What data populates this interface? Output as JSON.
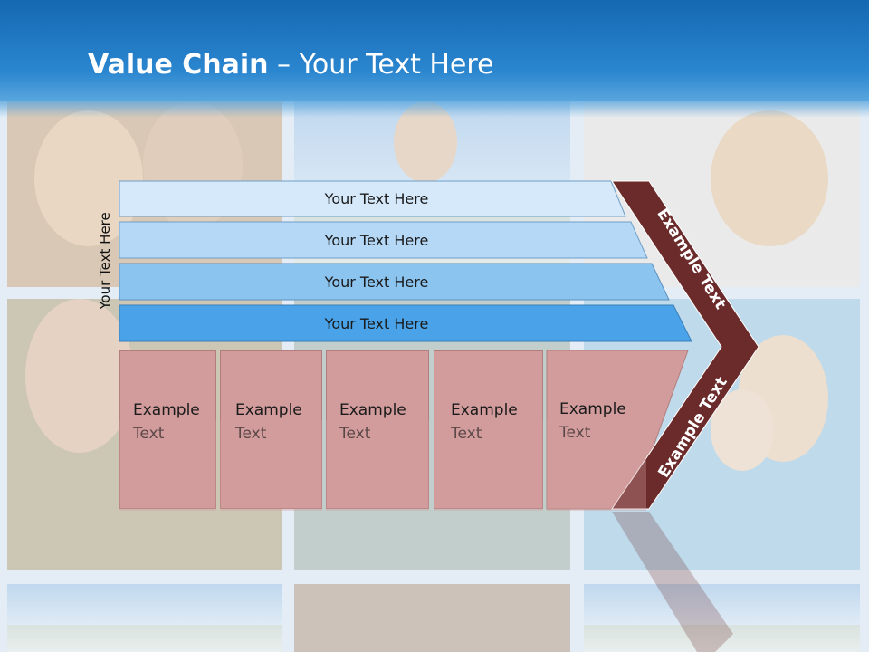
{
  "slide": {
    "title_bold": "Value Chain",
    "title_rest": " – Your Text Here",
    "side_label": "Your Text Here",
    "bars": [
      {
        "label": "Your Text Here",
        "color": "#d5e9fa"
      },
      {
        "label": "Your Text Here",
        "color": "#b4d8f6"
      },
      {
        "label": "Your Text Here",
        "color": "#8cc4f0"
      },
      {
        "label": "Your Text Here",
        "color": "#4aa3e8"
      }
    ],
    "boxes": [
      {
        "line1": "Example",
        "line2": "Text"
      },
      {
        "line1": "Example",
        "line2": "Text"
      },
      {
        "line1": "Example",
        "line2": "Text"
      },
      {
        "line1": "Example",
        "line2": "Text"
      },
      {
        "line1": "Example",
        "line2": "Text"
      }
    ],
    "chevron_top_text": "Example Text",
    "chevron_bottom_text": "Example Text",
    "colors": {
      "banner": "#1f78c1",
      "box": "#d29c9c",
      "chevron": "#6b2b2b"
    }
  }
}
